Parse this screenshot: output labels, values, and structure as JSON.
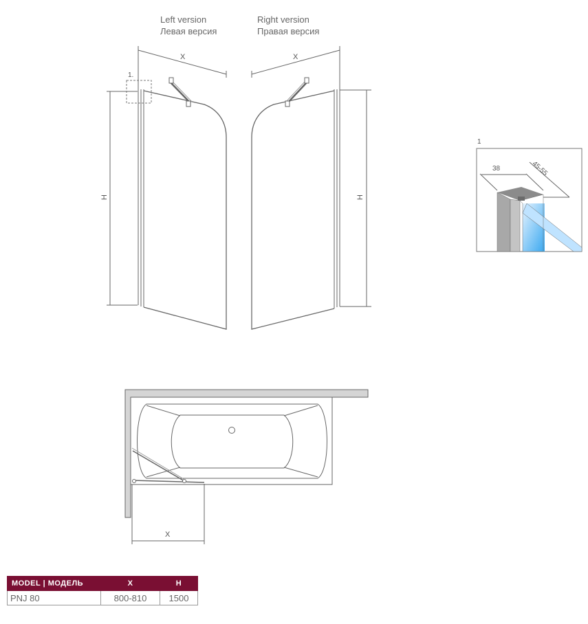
{
  "versions": {
    "left": {
      "en": "Left version",
      "ru": "Левая версия"
    },
    "right": {
      "en": "Right version",
      "ru": "Правая версия"
    }
  },
  "dimensions": {
    "width_label": "X",
    "height_label": "H",
    "callout_marker": "1.",
    "detail_number": "1",
    "detail_width": "38",
    "detail_range": "45-55"
  },
  "table": {
    "headers": {
      "model": "MODEL  |  МОДЕЛЬ",
      "x": "X",
      "h": "H"
    },
    "rows": [
      {
        "model": "PNJ 80",
        "x": "800-810",
        "h": "1500"
      }
    ]
  }
}
